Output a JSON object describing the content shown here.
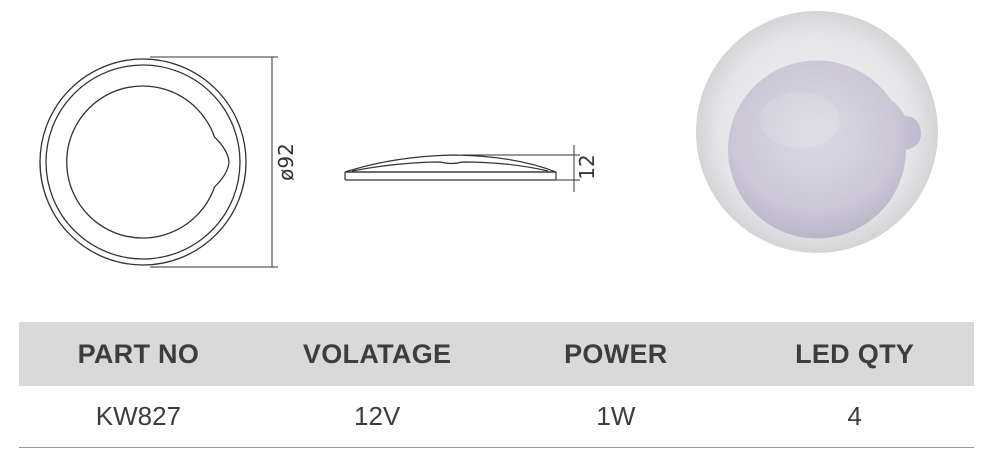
{
  "drawing": {
    "diameter_label": "ø92",
    "height_label": "12"
  },
  "colors": {
    "header_bg": "#d9d9d9",
    "lens": "#cdc9d9",
    "rim": "#e2e2e4",
    "line": "#333333"
  },
  "table": {
    "headers": [
      "PART NO",
      "VOLATAGE",
      "POWER",
      "LED QTY"
    ],
    "rows": [
      [
        "KW827",
        "12V",
        "1W",
        "4"
      ]
    ]
  }
}
